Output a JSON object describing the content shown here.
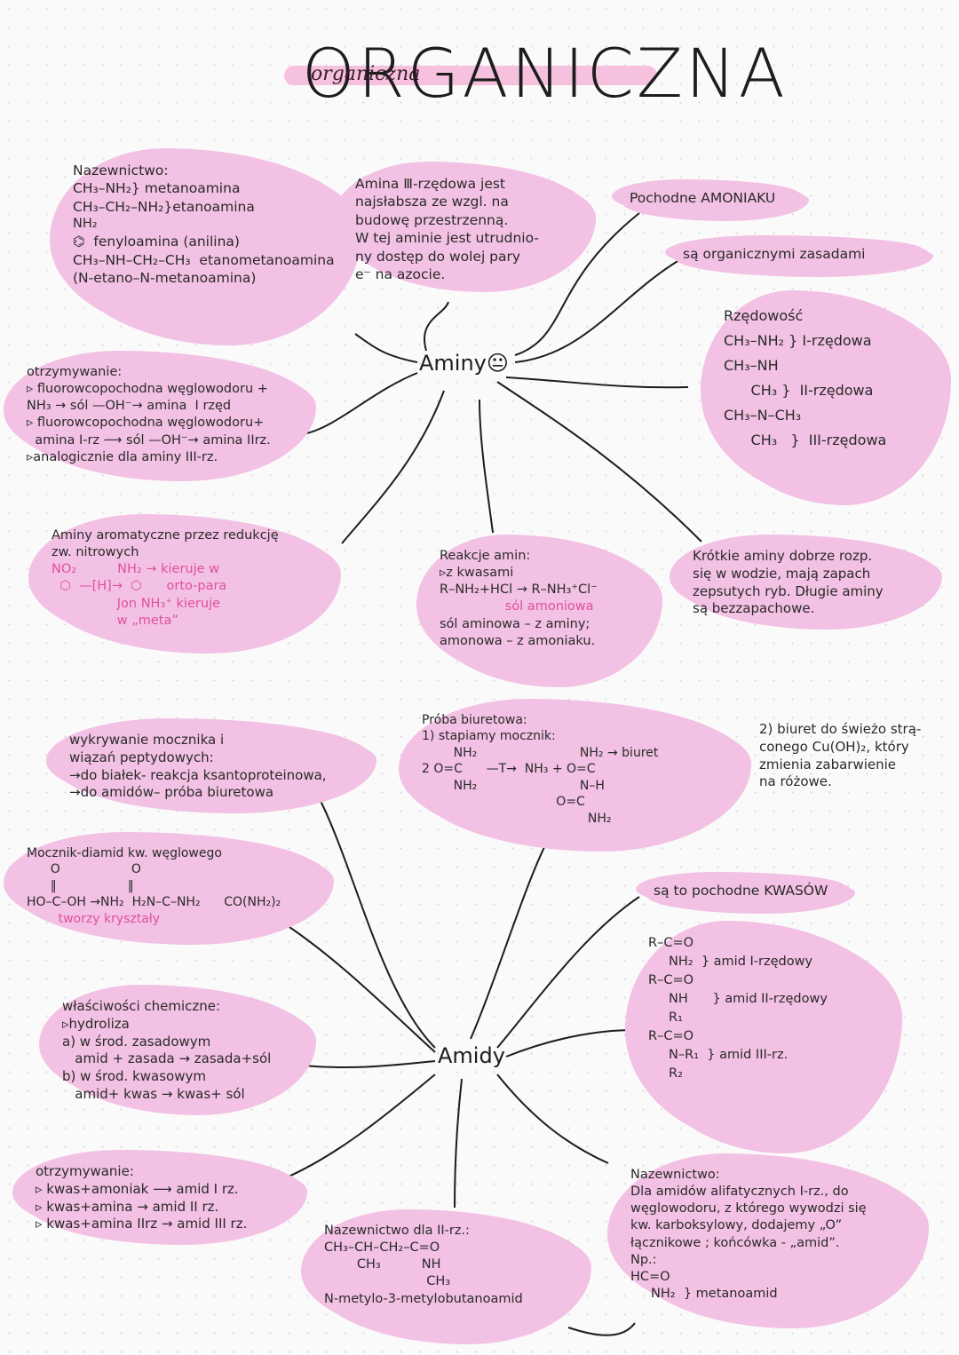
{
  "title": "ORGANICZNA",
  "title_script": "organiczna",
  "nodes": {
    "aminy": "Aminy",
    "aminy_icon": "😐",
    "amidy": "Amidy"
  },
  "aminy": {
    "nazewnictwo": [
      "Nazewnictwo:",
      "CH₃–NH₂} metanoamina",
      "CH₃–CH₂–NH₂}etanoamina",
      "NH₂",
      "⌬  fenyloamina (anilina)",
      "CH₃–NH–CH₂–CH₃  etanometanoamina",
      "(N-etano–N-metanoamina)"
    ],
    "rzedowosc_note": [
      "Amina Ⅲ-rzędowa jest",
      "najsłabsza ze wzgl. na",
      "budowę przestrzenną.",
      "W tej aminie jest utrudnio-",
      "ny dostęp do wolej pary",
      "e⁻ na azocie."
    ],
    "pochodne": "Pochodne AMONIAKU",
    "zasady": "są organicznymi zasadami",
    "rzedowosc": [
      "Rzędowość",
      "CH₃–NH₂ } I-rzędowa",
      "CH₃–NH",
      "      CH₃ }  II-rzędowa",
      "CH₃–N–CH₃",
      "      CH₃   }  III-rzędowa"
    ],
    "otrzymywanie": [
      "otrzymywanie:",
      "▹ fluorowcopochodna węglowodoru +",
      "NH₃ → sól —OH⁻→ amina  I rzęd",
      "▹ fluorowcopochodna węglowodoru+",
      "  amina I-rz ⟶ sól —OH⁻→ amina IIrz.",
      "▹analogicznie dla aminy III-rz."
    ],
    "aromatyczne": [
      "Aminy aromatyczne przez redukcję",
      "zw. nitrowych",
      "NO₂          NH₂ → kieruje w",
      "  ⬡  —[H]→  ⬡      orto-para",
      "                Jon NH₃⁺ kieruje",
      "                w „meta”"
    ],
    "reakcje": [
      "Reakcje amin:",
      "▹z kwasami",
      "R–NH₂+HCl → R–NH₃⁺Cl⁻",
      "                sól amoniowa",
      "sól aminowa – z aminy;",
      "amonowa – z amoniaku."
    ],
    "krotkie": [
      "Krótkie aminy dobrze rozp.",
      "się w wodzie, mają zapach",
      "zepsutych ryb. Długie aminy",
      "są bezzapachowe."
    ]
  },
  "amidy": {
    "wykrywanie": [
      "wykrywanie mocznika i",
      "wiązań peptydowych:",
      "→do białek- reakcja ksantoproteinowa,",
      "→do amidów– próba biuretowa"
    ],
    "proba": [
      "Próba biuretowa:",
      "1) stapiamy mocznik:",
      "        NH₂                          NH₂ → biuret",
      "2 O=C      —T→  NH₃ + O=C",
      "        NH₂                          N–H",
      "                                  O=C",
      "                                          NH₂"
    ],
    "proba2": [
      "2) biuret do świeżo strą-",
      "conego Cu(OH)₂, który",
      "zmienia zabarwienie",
      "na różowe."
    ],
    "mocznik": [
      "Mocznik-diamid kw. węglowego",
      "      O                  O",
      "      ‖                  ‖",
      "HO–C–OH →NH₂  H₂N–C–NH₂      CO(NH₂)₂",
      "        tworzy kryształy"
    ],
    "pochodne_kwasow": "są to pochodne KWASÓW",
    "rzedowosc": [
      "R–C=O",
      "     NH₂  } amid I-rzędowy",
      "R–C=O",
      "     NH      } amid II-rzędowy",
      "     R₁",
      "R–C=O",
      "     N–R₁  } amid III-rz.",
      "     R₂"
    ],
    "wlasciwosci": [
      "właściwości chemiczne:",
      "▹hydroliza",
      "a) w środ. zasadowym",
      "   amid + zasada → zasada+sól",
      "b) w środ. kwasowym",
      "   amid+ kwas → kwas+ sól"
    ],
    "otrzymywanie": [
      "otrzymywanie:",
      "▹ kwas+amoniak ⟶ amid I rz.",
      "▹ kwas+amina → amid II rz.",
      "▹ kwas+amina IIrz → amid III rz."
    ],
    "nazewnictwo_2rz": [
      "Nazewnictwo dla II-rz.:",
      "CH₃–CH–CH₂–C=O",
      "        CH₃          NH",
      "                         CH₃",
      "N-metylo-3-metylobutanoamid"
    ],
    "nazewnictwo": [
      "Nazewnictwo:",
      "Dla amidów alifatycznych I-rz., do",
      "węglowodoru, z którego wywodzi się",
      "kw. karboksylowy, dodajemy „O”",
      "łącznikowe ; końcówka - „amid”.",
      "Np.:",
      "HC=O",
      "     NH₂  } metanoamid"
    ]
  }
}
